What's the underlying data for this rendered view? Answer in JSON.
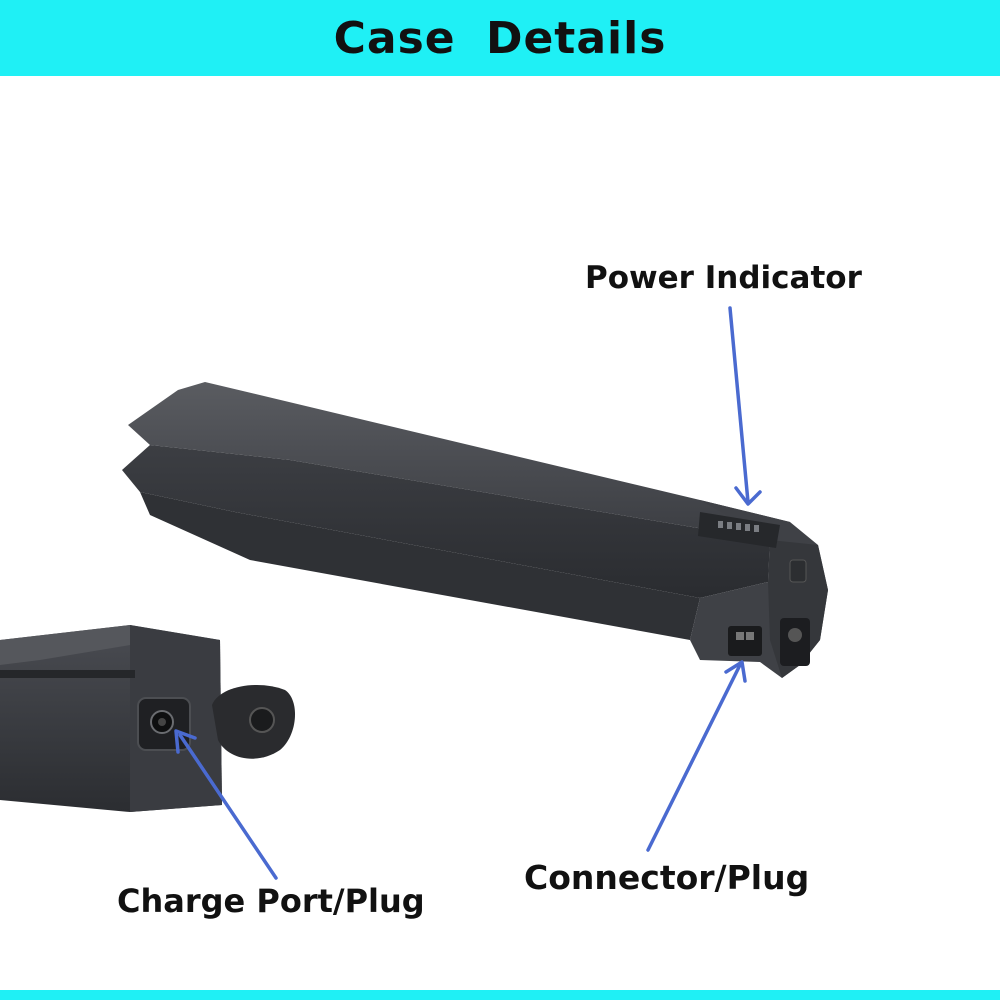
{
  "header": {
    "title": "Case   Details"
  },
  "callouts": {
    "power_indicator": "Power Indicator",
    "connector": "Connector/Plug",
    "charge_port": "Charge Port/Plug"
  },
  "colors": {
    "banner": "#1ff0f5",
    "arrow": "#4a6ad0",
    "battery_body": "#3a3c40"
  },
  "icons": {
    "arrow": "arrow-icon"
  }
}
